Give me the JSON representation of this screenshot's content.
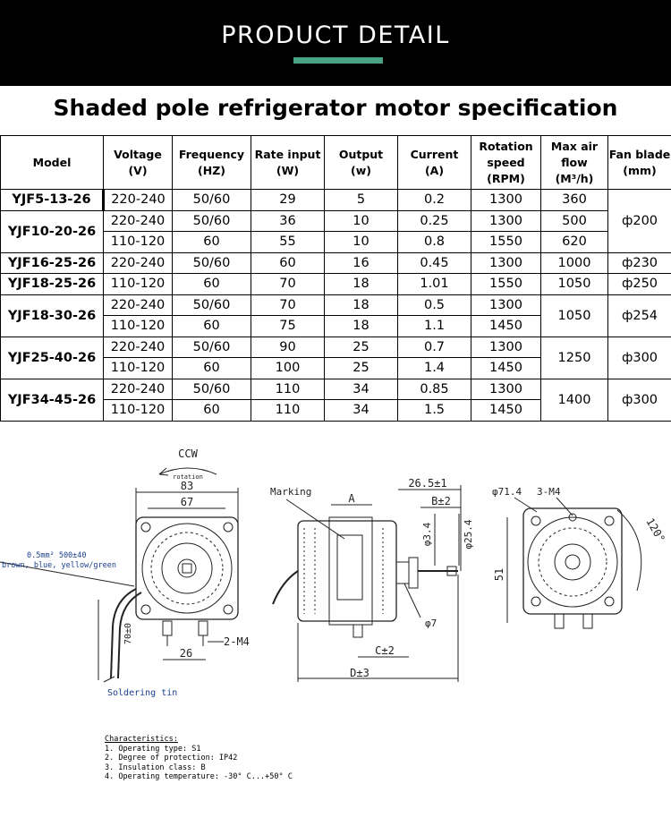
{
  "header": {
    "title": "PRODUCT DETAIL"
  },
  "spec_title": "Shaded pole refrigerator motor specification",
  "table": {
    "headers": [
      [
        "Model"
      ],
      [
        "Voltage",
        "(V)"
      ],
      [
        "Frequency",
        "(HZ)"
      ],
      [
        "Rate input",
        "(W)"
      ],
      [
        "Output",
        "(w)"
      ],
      [
        "Current",
        "(A)"
      ],
      [
        "Rotation",
        "speed",
        "(RPM)"
      ],
      [
        "Max air",
        "flow",
        "(M³/h)"
      ],
      [
        "Fan blade",
        "(mm)"
      ]
    ],
    "rows": [
      {
        "model": "YJF5-13-26",
        "voltage": "220-240",
        "frequency": "50/60",
        "rate_input": "29",
        "output": "5",
        "current": "0.2",
        "speed": "1300",
        "airflow": "360",
        "fan_blade": "ф200"
      },
      {
        "model": "YJF10-20-26",
        "voltage": "220-240",
        "frequency": "50/60",
        "rate_input": "36",
        "output": "10",
        "current": "0.25",
        "speed": "1300",
        "airflow": "500"
      },
      {
        "voltage": "110-120",
        "frequency": "60",
        "rate_input": "55",
        "output": "10",
        "current": "0.8",
        "speed": "1550",
        "airflow": "620"
      },
      {
        "model": "YJF16-25-26",
        "voltage": "220-240",
        "frequency": "50/60",
        "rate_input": "60",
        "output": "16",
        "current": "0.45",
        "speed": "1300",
        "airflow": "1000",
        "fan_blade": "ф230"
      },
      {
        "model": "YJF18-25-26",
        "voltage": "110-120",
        "frequency": "60",
        "rate_input": "70",
        "output": "18",
        "current": "1.01",
        "speed": "1550",
        "airflow": "1050",
        "fan_blade": "ф250"
      },
      {
        "model": "YJF18-30-26",
        "voltage": "220-240",
        "frequency": "50/60",
        "rate_input": "70",
        "output": "18",
        "current": "0.5",
        "speed": "1300",
        "airflow": "1050",
        "fan_blade": "ф254"
      },
      {
        "voltage": "110-120",
        "frequency": "60",
        "rate_input": "75",
        "output": "18",
        "current": "1.1",
        "speed": "1450"
      },
      {
        "model": "YJF25-40-26",
        "voltage": "220-240",
        "frequency": "50/60",
        "rate_input": "90",
        "output": "25",
        "current": "0.7",
        "speed": "1300",
        "airflow": "1250",
        "fan_blade": "ф300"
      },
      {
        "voltage": "110-120",
        "frequency": "60",
        "rate_input": "100",
        "output": "25",
        "current": "1.4",
        "speed": "1450"
      },
      {
        "model": "YJF34-45-26",
        "voltage": "220-240",
        "frequency": "50/60",
        "rate_input": "110",
        "output": "34",
        "current": "0.85",
        "speed": "1300",
        "airflow": "1400",
        "fan_blade": "ф300"
      },
      {
        "voltage": "110-120",
        "frequency": "60",
        "rate_input": "110",
        "output": "34",
        "current": "1.5",
        "speed": "1450"
      }
    ]
  },
  "drawing": {
    "front": {
      "ccw": "CCW",
      "rotation": "rotation",
      "dim_83": "83",
      "dim_67": "67",
      "dim_26": "26",
      "dim_70": "70±0",
      "dim_2m4": "2-M4",
      "cable_spec": "0.5mm² 500±40",
      "cable_colors": "brown, blue, yellow/green",
      "soldering": "Soldering tin"
    },
    "side": {
      "marking": "Marking",
      "dim_a": "A",
      "dim_265": "26.5±1",
      "dim_b": "B±2",
      "dim_34": "φ3.4",
      "dim_254": "φ25.4",
      "dim_7": "φ7",
      "dim_c": "C±2",
      "dim_d": "D±3"
    },
    "back": {
      "dim_714": "φ71.4",
      "dim_3m4": "3-M4",
      "dim_120": "120°",
      "dim_51": "51"
    }
  },
  "notes": {
    "title": "Characteristics:",
    "items": [
      "1. Operating type: S1",
      "2. Degree of protection: IP42",
      "3. Insulation class: B",
      "4. Operating temperature: -30° C...+50° C"
    ]
  },
  "colors": {
    "header_bg": "#000000",
    "accent": "#4aa385"
  }
}
